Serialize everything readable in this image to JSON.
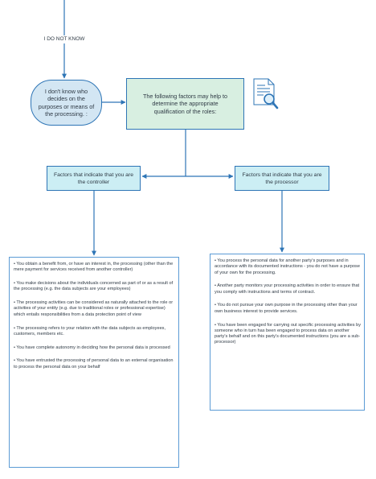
{
  "top_label": "I DO NOT KNOW",
  "question": "I don't know who decides on the purposes or means of the processing. :",
  "factors_intro": "The following factors may help to determine the appropriate qualification of the roles:",
  "controller_title": "Factors that indicate that you are the controller",
  "processor_title": "Factors that indicate that you are the processor",
  "controller_items": [
    "• You obtain a benefit from, or have an interest in, the processing (other than the mere payment for services received from another controller)",
    "• You make decisions about the individuals concerned as part of or as a result of the processing (e.g. the data subjects are your employees)",
    "• The processing activities can be considered as naturally attached to the role or activities of your entity (e.g. due to traditional roles or professional expertise) which entails responsibilities from a data protection point of view",
    "• The processing refers to your relation with the data subjects as employees, customers, members etc.",
    "• You have complete autonomy in deciding how the personal data is processed",
    "• You have entrusted the processing of personal data to an external organisation to process the personal data on your behalf"
  ],
  "processor_items": [
    "• You process the personal data for another party's purposes and in accordance with its documented instructions - you do not have a purpose of your own for the processing.",
    "• Another party monitors your processing activities in order to ensure that you comply with instructions and terms of contract.",
    "• You do not pursue your own purpose in the processing other than your own business interest to provide services.",
    "• You have been engaged for carrying out specific processing activities by someone who in turn has been engaged to process data on another party's behalf and on this party's documented instructions (you are a sub-processor)"
  ],
  "icon": "document-magnifier-icon",
  "colors": {
    "connector": "#2e75b6",
    "question_fill": "#d3e6f3",
    "factors_fill": "#d8efe1",
    "role_fill": "#cceef4",
    "text": "#2f3a45"
  }
}
